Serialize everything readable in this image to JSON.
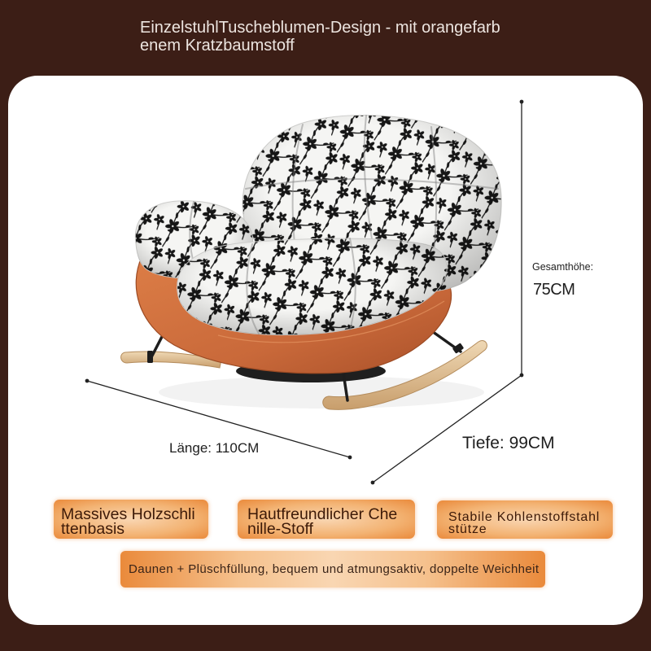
{
  "title": {
    "lines": [
      "EinzelstuhlTuscheblumen-Design - mit orangefarb",
      "enem Kratzbaumstoff"
    ]
  },
  "dimensions": {
    "height": {
      "label": "Gesamthöhe:",
      "value": "75CM"
    },
    "depth": "Tiefe: 99CM",
    "length": "Länge: 110CM"
  },
  "features": [
    {
      "lines": [
        "Massives Holzschli",
        "ttenbasis"
      ]
    },
    {
      "lines": [
        "Hautfreundlicher Che",
        "nille-Stoff"
      ]
    },
    {
      "lines": [
        "Stabile Kohlenstoffstahl",
        "stütze"
      ]
    }
  ],
  "highlight": {
    "text": "Daunen + Plüschfüllung, bequem und atmungsaktiv, doppelte Weichheit"
  },
  "colors": {
    "background": "#3c1e16",
    "card": "#ffffff",
    "title_text": "#ede5e0",
    "accent_orange": "#ea8a3b",
    "accent_light": "#f9d6b2",
    "label_text": "#3d1a08",
    "dimension_text": "#1e1e1e"
  }
}
